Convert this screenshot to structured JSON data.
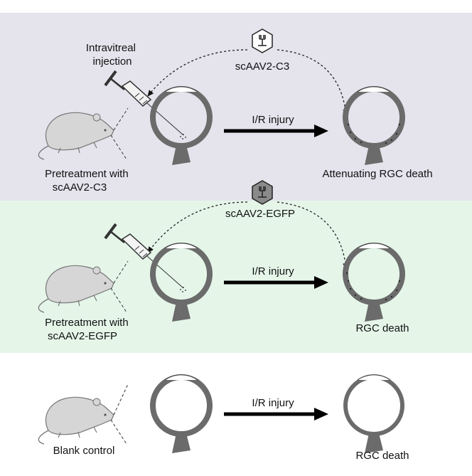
{
  "colors": {
    "panel_c3_bg": "#e5e3ec",
    "panel_egfp_bg": "#e5f6e9",
    "panel_blank_bg": "#ffffff",
    "eye_fill": "#6b6b6b",
    "mouse_fill": "#d6d6d6",
    "arrow": "#000000",
    "virus_c3_fill": "#ffffff",
    "virus_egfp_fill": "#8a8a8a"
  },
  "icons": {
    "virus_c3": "hexagon-virus-icon",
    "virus_egfp": "hexagon-virus-icon",
    "syringe": "syringe-icon",
    "mouse": "mouse-icon",
    "eye": "eyeball-icon"
  },
  "panels": [
    {
      "id": "c3",
      "injection_label": [
        "Intravitreal",
        "injection"
      ],
      "virus_label": "scAAV2-C3",
      "arrow_label": "I/R injury",
      "mouse_label": [
        "Pretreatment with",
        "scAAV2-C3"
      ],
      "outcome_label": "Attenuating RGC death"
    },
    {
      "id": "egfp",
      "virus_label": "scAAV2-EGFP",
      "arrow_label": "I/R injury",
      "mouse_label": [
        "Pretreatment with",
        "scAAV2-EGFP"
      ],
      "outcome_label": "RGC death"
    },
    {
      "id": "blank",
      "arrow_label": "I/R injury",
      "mouse_label": [
        "Blank control"
      ],
      "outcome_label": "RGC death"
    }
  ]
}
